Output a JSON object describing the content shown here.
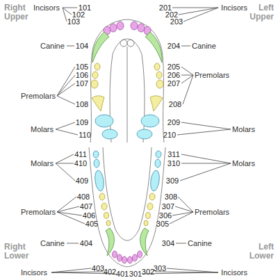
{
  "diagram": {
    "labels": [
      "Right Upper",
      "Incisors",
      "101",
      "201",
      "Incisors",
      "Left Upper",
      "102",
      "202",
      "103",
      "203",
      "Canine",
      "104",
      "204",
      "Canine",
      "105",
      "205",
      "Premolars",
      "106",
      "206",
      "Premolars",
      "107",
      "207",
      "108",
      "208",
      "109",
      "209",
      "Molars",
      "110",
      "210",
      "Molars",
      "411",
      "311",
      "410",
      "310",
      "Molars",
      "Molars",
      "409",
      "309",
      "408",
      "308",
      "Premolars",
      "407",
      "307",
      "Premolars",
      "406",
      "306",
      "405",
      "305",
      "Canine",
      "404",
      "304",
      "Canine",
      "Right Lower",
      "Left Lower",
      "403",
      "402",
      "401",
      "301",
      "302",
      "303",
      "Incisors",
      "Incisors"
    ]
  }
}
